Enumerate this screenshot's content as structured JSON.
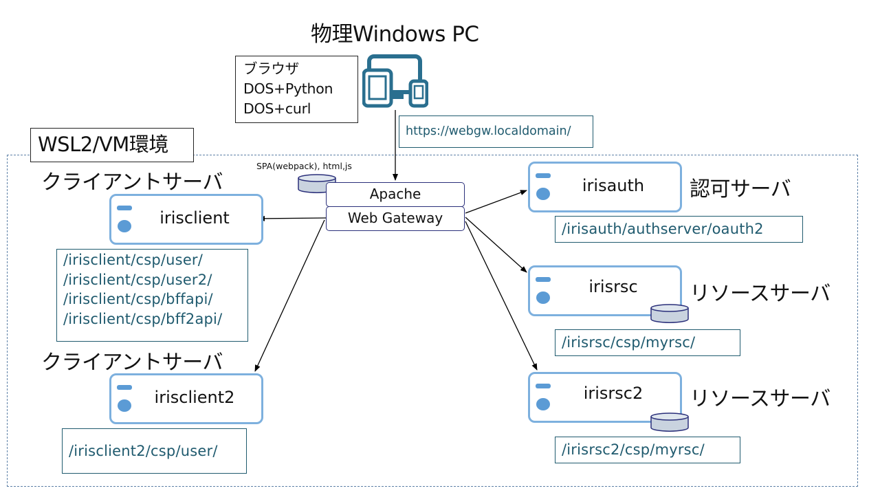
{
  "pc": {
    "title": "物理Windows PC",
    "icon": "devices-icon"
  },
  "tools": [
    "ブラウザ",
    "DOS+Python",
    "DOS+curl"
  ],
  "url": "https://webgw.localdomain/",
  "environment": {
    "label": "WSL2/VM環境"
  },
  "gateway": {
    "spa_label": "SPA(webpack), html,js",
    "apache_label": "Apache",
    "webgw_label": "Web Gateway"
  },
  "clients": [
    {
      "role": "クライアントサーバ",
      "name": "irisclient",
      "paths": [
        "/irisclient/csp/user/",
        "/irisclient/csp/user2/",
        "/irisclient/csp/bffapi/",
        "/irisclient/csp/bff2api/"
      ]
    },
    {
      "role": "クライアントサーバ",
      "name": "irisclient2",
      "paths": [
        "/irisclient2/csp/user/"
      ]
    }
  ],
  "auth_server": {
    "role": "認可サーバ",
    "name": "irisauth",
    "paths": [
      "/irisauth/authserver/oauth2"
    ]
  },
  "resource_servers": [
    {
      "role": "リソースサーバ",
      "name": "irisrsc",
      "paths": [
        "/irisrsc/csp/myrsc/"
      ]
    },
    {
      "role": "リソースサーバ",
      "name": "irisrsc2",
      "paths": [
        "/irisrsc2/csp/myrsc/"
      ]
    }
  ],
  "colors": {
    "server_border": "#7db0de",
    "server_icon": "#5b9bd5",
    "path_text": "#1f5a6e",
    "gateway_border": "#2a2f7a",
    "pc_icon": "#2a6f8f"
  }
}
